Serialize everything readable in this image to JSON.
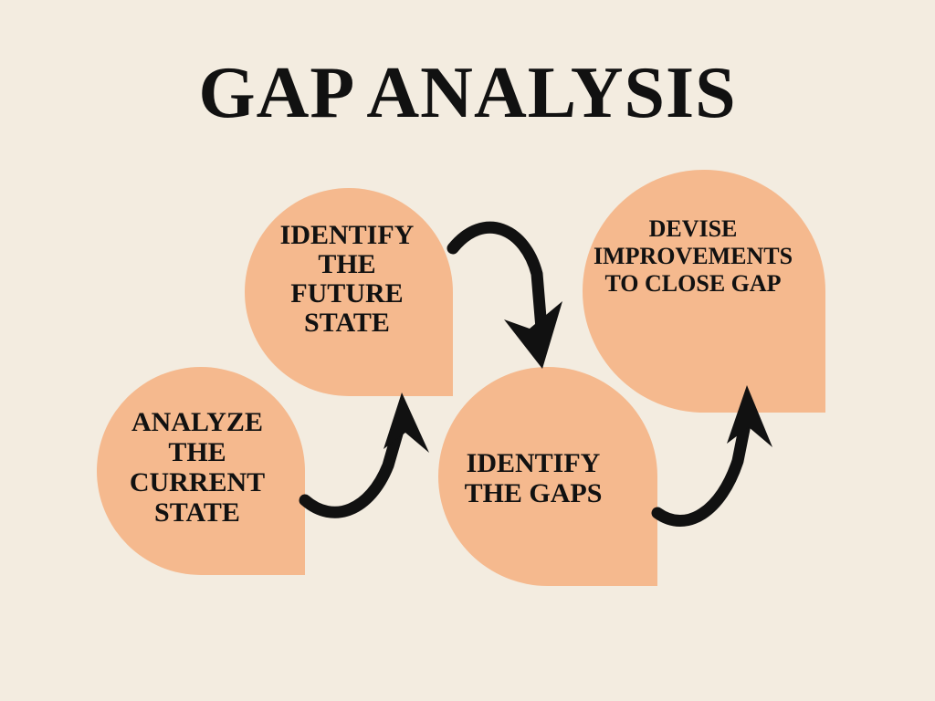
{
  "title": "GAP ANALYSIS",
  "colors": {
    "background": "#f3ece0",
    "shape_fill": "#f5b98e",
    "text": "#111111",
    "arrow": "#111111"
  },
  "steps": [
    {
      "label": "ANALYZE\nTHE\nCURRENT\nSTATE"
    },
    {
      "label": "IDENTIFY\nTHE\nFUTURE\nSTATE"
    },
    {
      "label": "IDENTIFY\nTHE GAPS"
    },
    {
      "label": "DEVISE\nIMPROVEMENTS\nTO CLOSE  GAP"
    }
  ],
  "connectors": [
    {
      "from": "step-1",
      "to": "step-2",
      "icon": "curved-arrow-icon"
    },
    {
      "from": "step-2",
      "to": "step-3",
      "icon": "curved-arrow-icon"
    },
    {
      "from": "step-3",
      "to": "step-4",
      "icon": "curved-arrow-icon"
    }
  ]
}
